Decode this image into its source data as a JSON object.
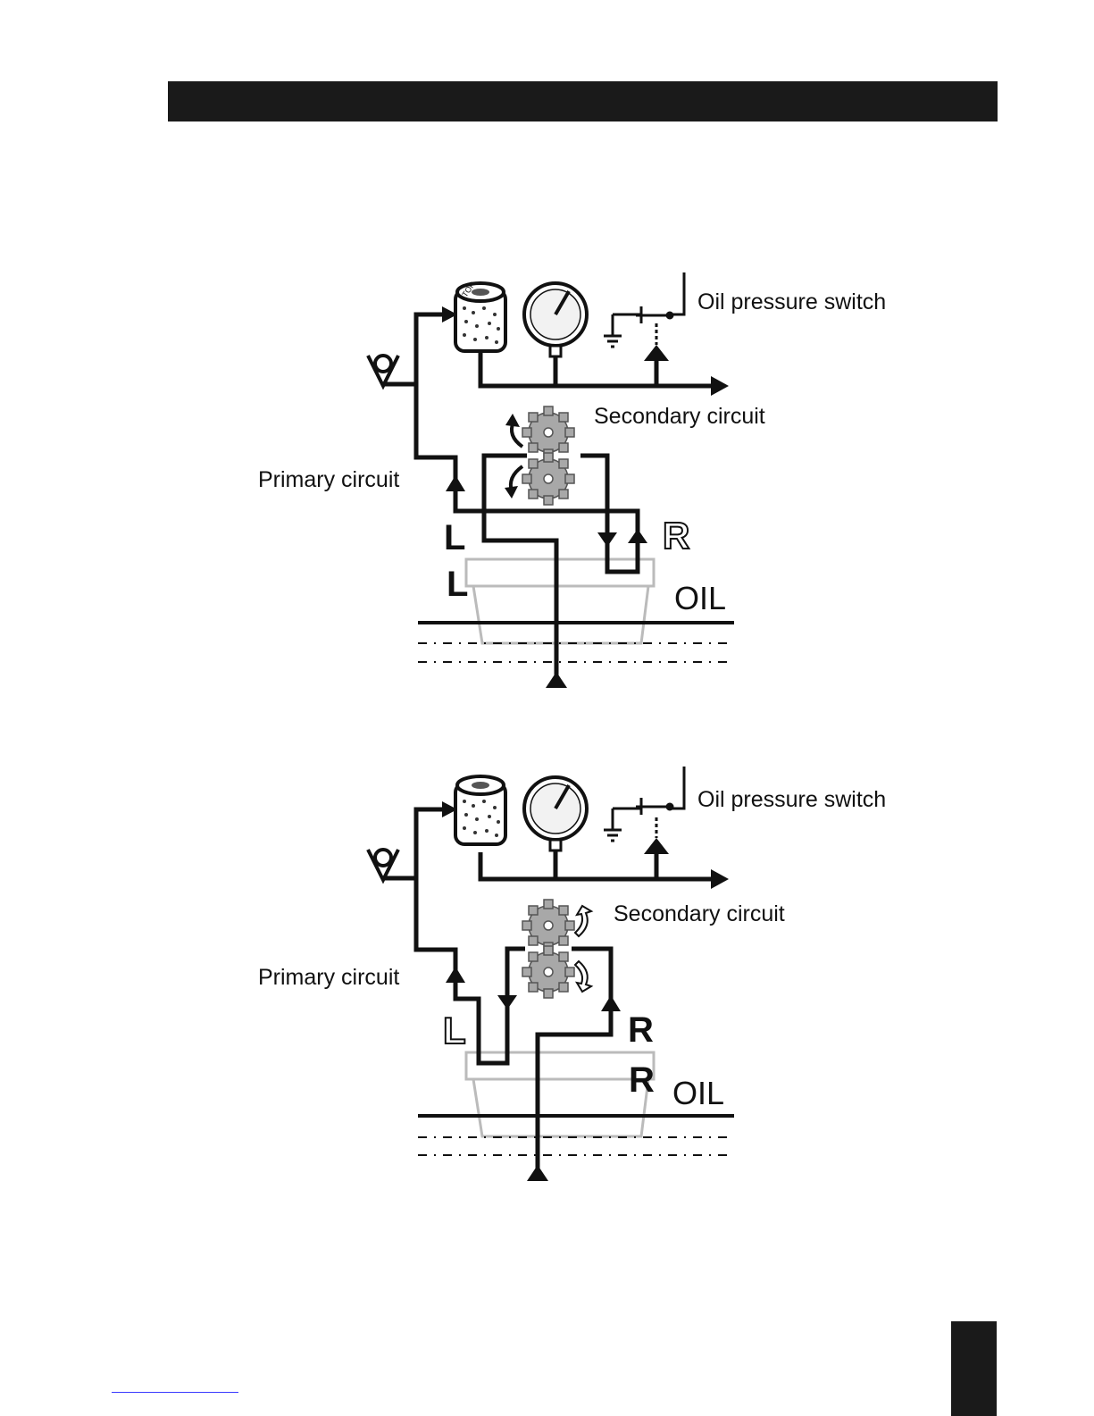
{
  "diagrams": [
    {
      "labels": {
        "oil_pressure_switch": "Oil pressure switch",
        "secondary_circuit": "Secondary circuit",
        "primary_circuit": "Primary circuit",
        "oil": "OIL",
        "left_upper": "L",
        "left_lower": "L",
        "right_upper": "R"
      }
    },
    {
      "labels": {
        "oil_pressure_switch": "Oil pressure switch",
        "secondary_circuit": "Secondary circuit",
        "primary_circuit": "Primary circuit",
        "oil": "OIL",
        "left_upper": "L",
        "right_upper": "R",
        "right_lower": "R"
      }
    }
  ],
  "filter_cap_text": "TOP",
  "colors": {
    "ink": "#111111",
    "pan_gray": "#bbbbbb",
    "gear_gray": "#a8a8a8"
  }
}
